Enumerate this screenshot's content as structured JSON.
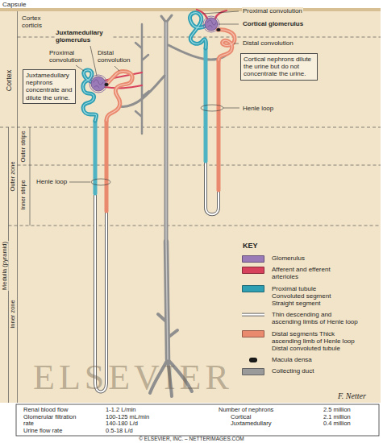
{
  "diagram": {
    "nodes": [
      {
        "text": [
          "Juxtamedullary nephrons concentrate and dilute the urine."
        ]
      },
      {
        "text": [
          "Cortical nephrons dilute the urine but do not concentrate the urine."
        ]
      }
    ],
    "labels": [
      "Capsule",
      "Cortex corticis",
      "Cortex",
      "Outer stripe",
      "Inner stripe",
      "Outer zone",
      "Medulla (pyramid)",
      "Inner zone",
      "Juxtamedullary glomerulus",
      "Proximal convolution",
      "Distal convolution",
      "Henle loop",
      "Proximal convolution",
      "Cortical glomerulus",
      "Distal convolution",
      "Henle loop",
      "KEY",
      "Renal blood flow",
      "1-1.2 L/min",
      "Glomerular filtration rate",
      "100-125 mL/min",
      "140-180 L/d",
      "Urine flow rate",
      "0.5-18 L/d",
      "Number of nephrons",
      "2.5 million",
      "Cortical",
      "2.1 million",
      "Juxtamedullary",
      "0.4 million",
      "ELSEVIER",
      "F. Netter",
      "© ELSEVIER, INC. – NETTERIMAGES.COM"
    ],
    "legend": [
      {
        "text": "Glomerulus",
        "color": "#9a7bb8"
      },
      {
        "text": "Afferent and efferent arterioles",
        "color": "#d8415c"
      },
      {
        "text": "Proximal tubule Convoluted segment Straight segment",
        "color": "#2f9fb3"
      },
      {
        "text": "Thin descending and ascending limbs of Henle loop"
      },
      {
        "text": "Distal segments Thick ascending limb of Henle loop Distal convoluted tubule",
        "color": "#e98a6f"
      },
      {
        "text": "Macula densa",
        "color": "#1b1b1b"
      },
      {
        "text": "Collecting duct",
        "color": "#9a9a9a"
      }
    ]
  }
}
